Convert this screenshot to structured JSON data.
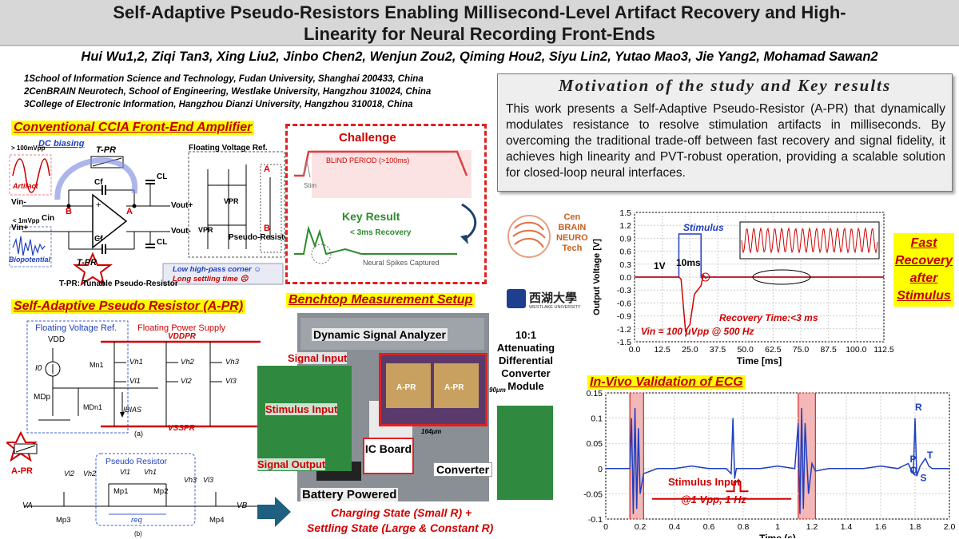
{
  "header": {
    "title_line1": "Self-Adaptive Pseudo-Resistors Enabling Millisecond-Level Artifact Recovery and High-",
    "title_line2": "Linearity for Neural Recording Front-Ends",
    "authors": "Hui Wu1,2, Ziqi Tan3, Xing Liu2, Jinbo Chen2, Wenjun Zou2, Qiming Hou2, Siyu Lin2, Yutao Mao3, Jie Yang2, Mohamad Sawan2",
    "affiliations": [
      "1School of Information Science and Technology, Fudan University, Shanghai 200433, China",
      "2CenBRAIN Neurotech, School of Engineering, Westlake University, Hangzhou 310024, China",
      "3College of Electronic Information, Hangzhou Dianzi University, Hangzhou 310018, China"
    ]
  },
  "motivation": {
    "heading": "Motivation of the study and Key results",
    "body": "This work presents a Self-Adaptive Pseudo-Resistor (A-PR) that dynamically modulates resistance to resolve stimulation artifacts in milliseconds. By overcoming the traditional trade-off between fast recovery and signal fidelity, it achieves high linearity and PVT-robust operation, providing a scalable solution for closed-loop neural interfaces."
  },
  "ccia": {
    "section_title": "Conventional CCIA Front-End Amplifier",
    "dc_biasing": "DC biasing",
    "tpr": "T-PR",
    "artifact_amp": "> 100mVpp",
    "artifact": "Artifact",
    "bio_amp": "< 1mVpp",
    "biopotential": "Biopotential",
    "cf": "Cf",
    "cin": "Cin",
    "cl": "CL",
    "node_a": "A",
    "node_b": "B",
    "vin_minus": "Vin-",
    "vin_plus": "Vin+",
    "vout_plus": "Vout+",
    "vout_minus": "Vout-",
    "floating_ref": "Floating Voltage Ref.",
    "vpr": "VPR",
    "pseudo_resistor": "Pseudo-Resistor",
    "note_good": "Low high-pass corner ☺",
    "note_bad": "Long settling time ☹",
    "tpr_def": "T-PR: Tunable Pseudo-Resistor"
  },
  "challenge": {
    "title": "Challenge",
    "blind": "BLIND PERIOD (>100ms)",
    "stim": "Stim",
    "key_result": "Key Result",
    "recovery": "< 3ms Recovery",
    "spikes": "Neural Spikes Captured"
  },
  "logos": {
    "cenbrain": [
      "Cen",
      "BRAIN",
      "NEURO",
      "Tech"
    ],
    "westlake_cn": "西湖大學",
    "westlake_en": "WESTLAKE UNIVERSITY"
  },
  "apr": {
    "section_title": "Self-Adaptive Pseudo Resistor (A-PR)",
    "floating_ref": "Floating Voltage Ref.",
    "floating_supply": "Floating Power Supply",
    "vdd": "VDD",
    "vddpr": "VDDPR",
    "vsspr": "VSSPR",
    "i0": "I0",
    "mdp": "MDp",
    "mn1": "Mn1",
    "mdn1": "MDn1",
    "ibias": "IBIAS",
    "vh1": "Vh1",
    "vl1": "Vl1",
    "vh2": "Vh2",
    "vl2": "Vl2",
    "vh3": "Vh3",
    "vl3": "Vl3",
    "cap_a": "(a)",
    "cap_b": "(b)",
    "apr_label": "A-PR",
    "pseudo_resistor": "Pseudo Resistor",
    "va": "VA",
    "vb": "VB",
    "mp1": "Mp1",
    "mp2": "Mp2",
    "mp3": "Mp3",
    "mp4": "Mp4",
    "req": "req"
  },
  "bench": {
    "section_title": "Benchtop Measurement Setup",
    "analyzer": "Dynamic Signal Analyzer",
    "signal_input": "Signal Input",
    "stimulus_input": "Stimulus Input",
    "signal_output": "Signal Output",
    "apr1": "A-PR",
    "apr2": "A-PR",
    "dim_w": "164μm",
    "dim_h": "90μm",
    "ic_board": "IC Board",
    "converter": "Converter",
    "battery": "Battery Powered",
    "attenuator": "10:1 Attenuating Differential Converter Module",
    "charging": "Charging State (Small R) +",
    "settling": "Settling State (Large & Constant R)"
  },
  "recovery_chart": {
    "stimulus": "Stimulus",
    "one_v": "1V",
    "ten_ms": "10ms",
    "recovery_time": "Recovery Time:<3 ms",
    "vin": "Vin = 100 μVpp @ 500 Hz",
    "side_label": "Fast Recovery after Stimulus"
  },
  "ecg": {
    "section_title": "In-Vivo Validation of ECG",
    "stimulus_input": "Stimulus Input",
    "stim_params": "@1 Vpp, 1 Hz",
    "peaks": [
      "P",
      "Q",
      "R",
      "S",
      "T"
    ]
  },
  "chart_data": [
    {
      "type": "line",
      "xlabel": "Time [ms]",
      "ylabel": "Output Voltage [V]",
      "xlim": [
        0,
        112.5
      ],
      "ylim": [
        -1.5,
        1.5
      ],
      "x_ticks": [
        "0.0",
        "12.5",
        "25.0",
        "37.5",
        "50.0",
        "62.5",
        "75.0",
        "87.5",
        "100.0",
        "112.5"
      ],
      "y_ticks": [
        "1.5",
        "1.2",
        "0.9",
        "0.6",
        "0.3",
        "0.0",
        "-0.3",
        "-0.6",
        "-0.9",
        "-1.2",
        "-1.5"
      ],
      "grid": true,
      "series": [
        {
          "name": "Stimulus",
          "x": [
            0,
            20,
            20,
            30,
            30,
            112.5
          ],
          "y": [
            0,
            0,
            1,
            1,
            0,
            0
          ],
          "color": "#1f3fbf"
        },
        {
          "x": [
            0,
            20,
            21,
            23,
            25,
            27,
            30,
            31,
            32,
            33,
            112.5
          ],
          "y": [
            0,
            0,
            -0.05,
            -1.25,
            -1.1,
            -0.4,
            -0.2,
            0.05,
            -0.02,
            0.0,
            0.0
          ],
          "color": "#d00000"
        }
      ]
    },
    {
      "type": "line",
      "xlabel": "Time (s)",
      "xlim": [
        0,
        2.0
      ],
      "ylim": [
        -0.1,
        0.15
      ],
      "x_ticks": [
        "0",
        "0.2",
        "0.4",
        "0.6",
        "0.8",
        "1",
        "1.2",
        "1.4",
        "1.6",
        "1.8",
        "2.0"
      ],
      "y_ticks": [
        "0.15",
        "0.1",
        "0.05",
        "0",
        "-0.05",
        "-0.1"
      ],
      "grid": true,
      "highlight_regions": [
        [
          0.14,
          0.22
        ],
        [
          1.12,
          1.22
        ]
      ],
      "series": [
        {
          "x": [
            0,
            0.14,
            0.15,
            0.16,
            0.17,
            0.18,
            0.19,
            0.2,
            0.22,
            0.3,
            0.4,
            0.5,
            0.6,
            0.7,
            0.73,
            0.74,
            0.75,
            0.76,
            0.8,
            0.9,
            1.0,
            1.1,
            1.12,
            1.13,
            1.14,
            1.15,
            1.16,
            1.18,
            1.2,
            1.22,
            1.3,
            1.4,
            1.5,
            1.6,
            1.7,
            1.76,
            1.79,
            1.8,
            1.81,
            1.83,
            1.86,
            1.88,
            1.9,
            2.0
          ],
          "y": [
            0,
            0,
            0.1,
            -0.09,
            0.12,
            -0.08,
            0.08,
            -0.05,
            -0.01,
            0,
            0,
            0.005,
            0,
            0,
            -0.01,
            0.1,
            -0.02,
            0,
            0,
            0,
            0.005,
            0,
            0.09,
            -0.09,
            0.12,
            -0.08,
            0.09,
            -0.05,
            0.01,
            -0.005,
            0,
            0,
            0,
            0.005,
            0,
            0.01,
            -0.01,
            0.1,
            -0.015,
            0.005,
            0.02,
            0.005,
            0,
            0
          ],
          "color": "#1f3fbf"
        }
      ]
    }
  ]
}
